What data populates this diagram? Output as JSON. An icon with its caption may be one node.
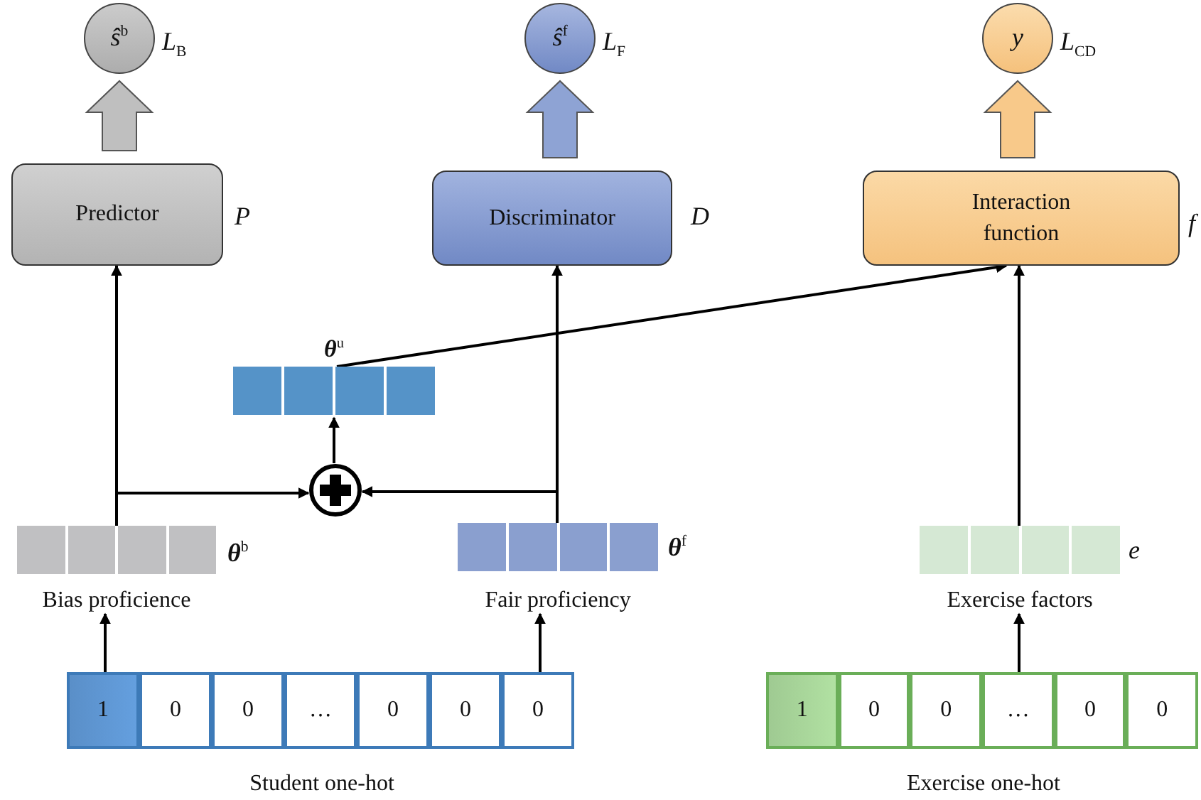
{
  "diagram": {
    "nodes": [
      {
        "text": [
          "ŝ$^{b}$"
        ],
        "beside": [
          "L$_{B}$"
        ]
      },
      {
        "text": [
          "ŝ$^{f}$"
        ],
        "beside": [
          "L$_{F}$"
        ]
      },
      {
        "text": [
          "y"
        ],
        "beside": [
          "L$_{CD}$"
        ]
      },
      {
        "text": [
          "Predictor"
        ],
        "beside": [
          "P"
        ]
      },
      {
        "text": [
          "Discriminator"
        ],
        "beside": [
          "D"
        ]
      },
      {
        "text": [
          "Interaction function"
        ],
        "beside": [
          "f"
        ]
      },
      {
        "text": [
          "**θ**$^{u}$"
        ]
      },
      {
        "text": [],
        "shape": "circle"
      },
      {
        "text": [
          "Bias proficience"
        ],
        "beside": [
          "**θ**$^{b}$"
        ]
      },
      {
        "text": [
          "Fair proficiency"
        ],
        "beside": [
          "**θ**$^{f}$"
        ]
      },
      {
        "text": [
          "Exercise factors"
        ],
        "beside": [
          "e"
        ]
      },
      {
        "text": [
          "Student one-hot"
        ]
      },
      {
        "text": [
          "1"
        ],
        "in": 11
      },
      {
        "text": [
          "0"
        ],
        "in": 11
      },
      {
        "text": [
          "0"
        ],
        "in": 11
      },
      {
        "text": [
          "…"
        ],
        "in": 11
      },
      {
        "text": [
          "0"
        ],
        "in": 11
      },
      {
        "text": [
          "0"
        ],
        "in": 11
      },
      {
        "text": [
          "0"
        ],
        "in": 11
      },
      {
        "text": [
          "Exercise one-hot"
        ]
      },
      {
        "text": [
          "1"
        ],
        "in": 19
      },
      {
        "text": [
          "0"
        ],
        "in": 19
      },
      {
        "text": [
          "0"
        ],
        "in": 19
      },
      {
        "text": [
          "…"
        ],
        "in": 19
      },
      {
        "text": [
          "0"
        ],
        "in": 19
      },
      {
        "text": [
          "0"
        ],
        "in": 19
      }
    ],
    "edges": [
      {
        "from": 3,
        "to": 0,
        "arrow": "to",
        "style": "thick",
        "color": "#bfbfbf"
      },
      {
        "from": 4,
        "to": 1,
        "arrow": "to",
        "style": "thick",
        "color": "#8ea3d4"
      },
      {
        "from": 5,
        "to": 2,
        "arrow": "to",
        "style": "thick",
        "color": "#f8c98a"
      },
      {
        "from": 8,
        "to": 3,
        "arrow": "to"
      },
      {
        "from": 8,
        "to": 7,
        "arrow": "to"
      },
      {
        "from": 9,
        "to": 4,
        "arrow": "to"
      },
      {
        "from": 9,
        "to": 7,
        "arrow": "to"
      },
      {
        "from": 7,
        "to": 6,
        "arrow": "to"
      },
      {
        "from": 6,
        "to": 5,
        "arrow": "to"
      },
      {
        "from": 10,
        "to": 5,
        "arrow": "to"
      },
      {
        "from": 12,
        "to": 8,
        "arrow": "to"
      },
      {
        "from": 18,
        "to": 9,
        "arrow": "to"
      },
      {
        "from": 23,
        "to": 10,
        "arrow": "to"
      }
    ]
  }
}
